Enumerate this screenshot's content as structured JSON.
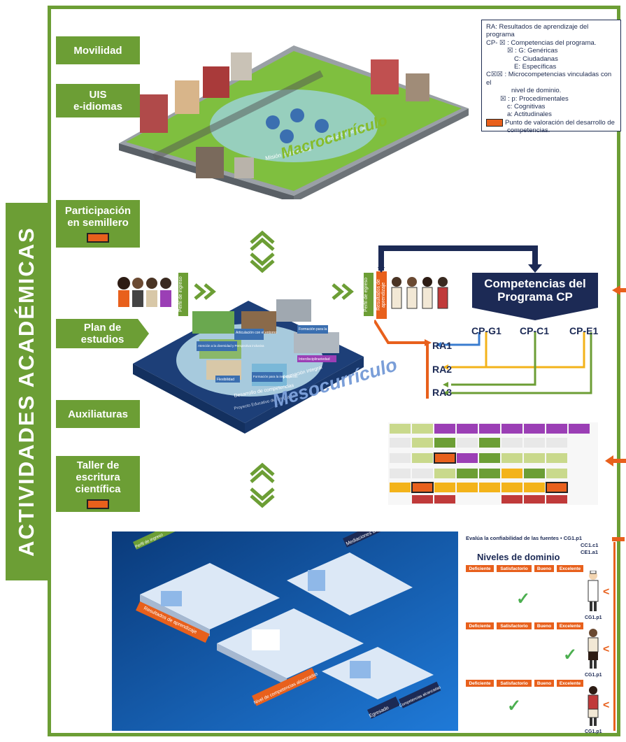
{
  "side_title": "ACTIVIDADES ACADÉMICAS",
  "tabs": {
    "movilidad": "Movilidad",
    "uis_line1": "UIS",
    "uis_line2": "e-idiomas",
    "part_line1": "Participación",
    "part_line2": "en semillero",
    "plan_line1": "Plan de",
    "plan_line2": "estudios",
    "auxiliaturas": "Auxiliaturas",
    "taller_line1": "Taller de",
    "taller_line2": "escritura",
    "taller_line3": "científica"
  },
  "legend": {
    "l1": "RA: Resultados de aprendizaje del programa",
    "l2": "CP- ☒ : Competencias del programa.",
    "l3": "☒ : G: Genéricas",
    "l4": "C: Ciudadanas",
    "l5": "E: Específicas",
    "l6": "C☒☒ : Microcompetencias vinculadas con el",
    "l7": "nivel de dominio.",
    "l8": "☒ : p: Procedimentales",
    "l9": "c: Cognitivas",
    "l10": "a: Actitudinales",
    "l11": "Punto de valoración del desarrollo de",
    "l12": "competencias.",
    "accent": "#e8601c"
  },
  "macro": {
    "label": "Macrocurrículo",
    "mision": "Misión institucional",
    "formacion": "Formación integral"
  },
  "meso": {
    "label": "Mesocurrículo",
    "perfil_ingreso": "Perfil de ingreso",
    "perfil_egreso": "Perfil de egreso",
    "resultados": "Resultados de aprendizaje",
    "articulacion": "Articulación con el entorno",
    "formacion_innov": "Formación para la innovación",
    "atencion": "Atención a la diversidad y Perspectiva inclusiva",
    "interdisc": "Interdisciplinariedad",
    "flexibilidad": "Flexibilidad",
    "formacion_inv": "Formación para la investigación",
    "formacion_integral": "Formación integral",
    "desarrollo": "Desarrollo de competencias",
    "proyecto": "Proyecto Educativo del Programa"
  },
  "competencias": {
    "box_line1": "Competencias del",
    "box_line2": "Programa CP",
    "cpg": "CP-G1",
    "cpc": "CP-C1",
    "cpe": "CP-E1",
    "ra1": "RA1",
    "ra2": "RA2",
    "ra3": "RA3"
  },
  "micro": {
    "evalua": "Evalúa la confiabilidad de las fuentes • CG1.p1",
    "cc": "CC1.c1",
    "ce": "CE1.a1",
    "niveles": "Niveles de dominio",
    "deficiente": "Deficiente",
    "satisfactorio": "Satisfactorio",
    "bueno": "Bueno",
    "excelente": "Excelente",
    "check": "✓",
    "cg_tag": "CG1.p1",
    "lt": "<"
  },
  "micro_scene": {
    "perfil": "Perfil de ingreso",
    "mediaciones": "Mediaciones Docentes",
    "resultados": "Resultados de aprendizaje",
    "nivel": "Nivel de competencias alcanzadas",
    "egresado": "Egresado",
    "competencias_alcanzadas": "Competencias alcanzadas"
  }
}
